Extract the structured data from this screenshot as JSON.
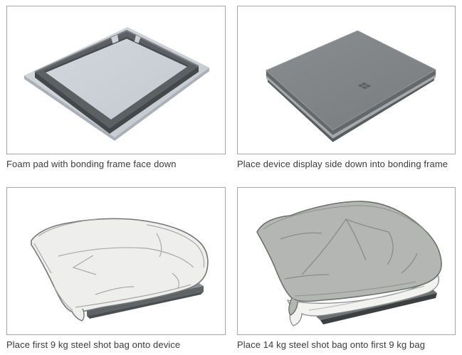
{
  "page": {
    "background": "#ffffff",
    "panel_border_color": "#a6a6a6",
    "caption_color": "#3b3b3b"
  },
  "steps": [
    {
      "caption": "Foam pad with bonding frame face down",
      "illustration": "foam-pad-with-bonding-frame-face-down"
    },
    {
      "caption": "Place device display side down into bonding frame",
      "illustration": "device-display-side-down-in-bonding-frame"
    },
    {
      "caption": "Place first 9 kg steel shot bag onto device",
      "illustration": "white-9kg-steel-shot-bag-on-device"
    },
    {
      "caption": "Place 14 kg steel shot bag onto first 9 kg bag",
      "illustration": "gray-14kg-steel-shot-bag-on-9kg-bag"
    }
  ],
  "colors": {
    "foam_pad": "#c9ced4",
    "bonding_frame_dark": "#5c6062",
    "device_top_gray": "#808386",
    "device_logo_gray": "#5c5f61",
    "frame_rim_light": "#a6a9ac",
    "shot_bag_white": "#eeeeec",
    "shot_bag_gray": "#b4b6b3",
    "device_edge_dark": "#4b4e50"
  }
}
